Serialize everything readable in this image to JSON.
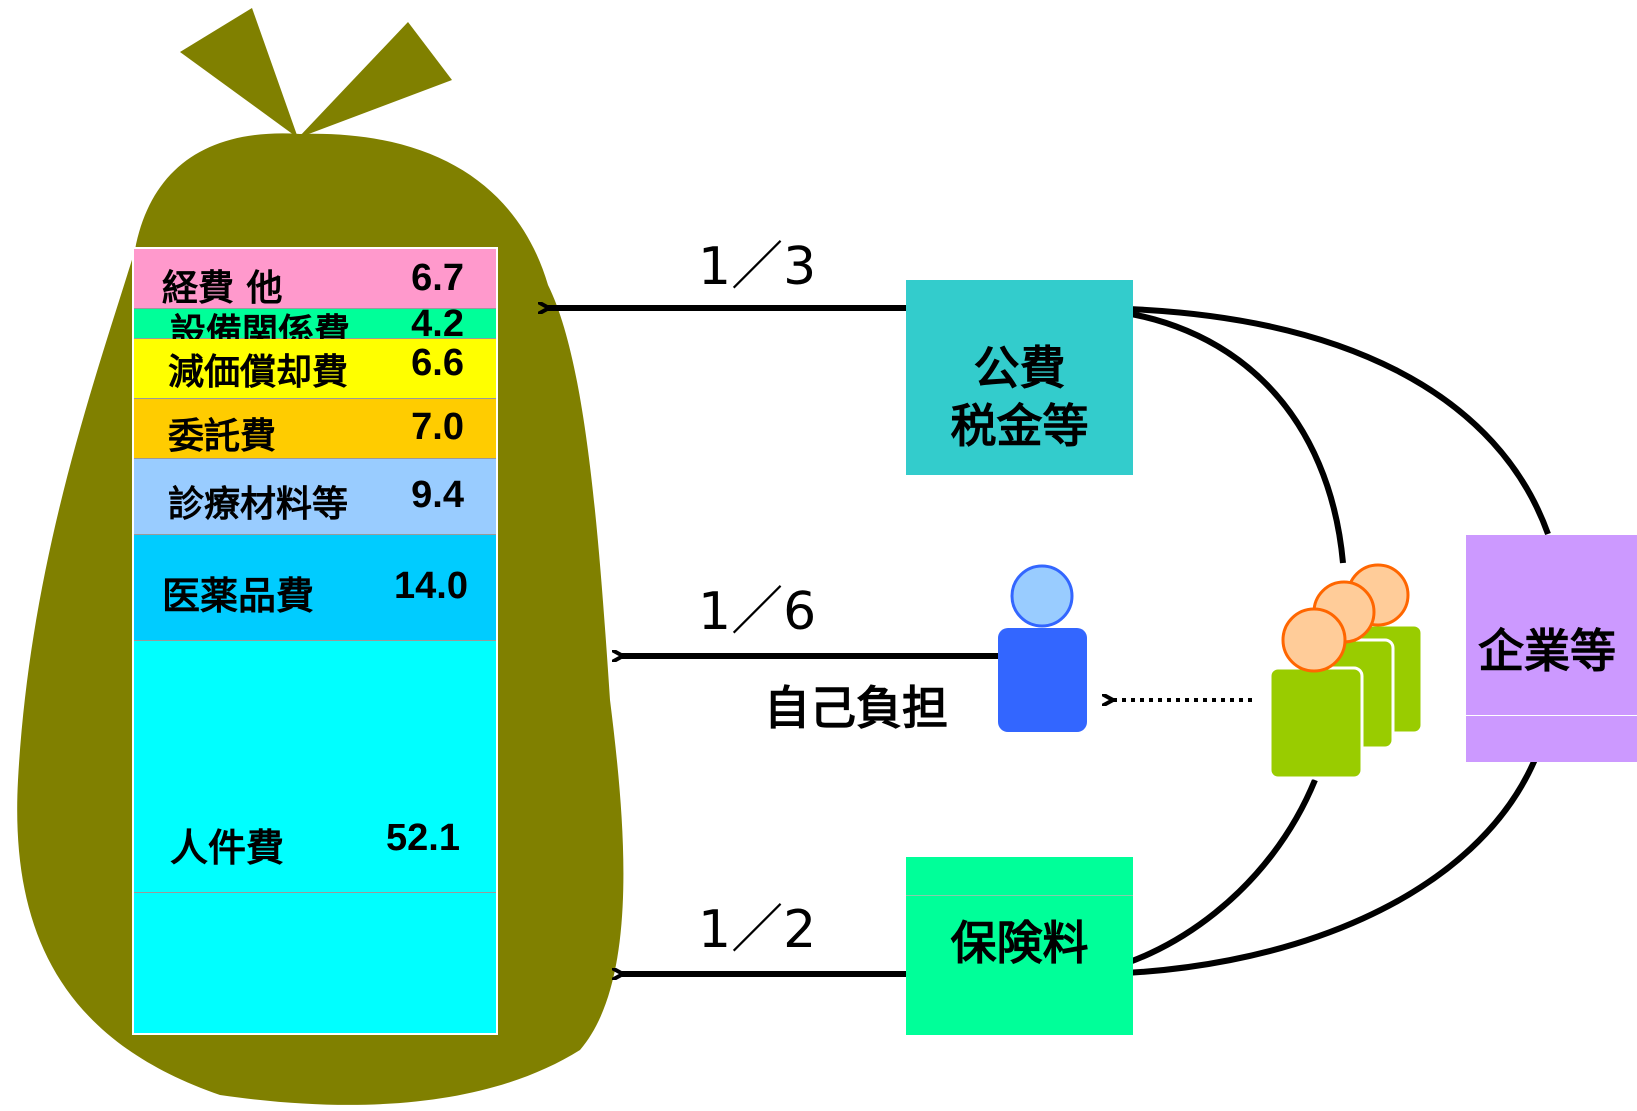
{
  "cost_items": [
    {
      "label": "経費 他",
      "value": "6.7",
      "color": "#ff99cc"
    },
    {
      "label": "設備関係費",
      "value": "4.2",
      "color": "#00ff99"
    },
    {
      "label": "減価償却費",
      "value": "6.6",
      "color": "#ffff00"
    },
    {
      "label": "委託費",
      "value": "7.0",
      "color": "#ffcc00"
    },
    {
      "label": "診療材料等",
      "value": "9.4",
      "color": "#99ccff"
    },
    {
      "label": "医薬品費",
      "value": "14.0",
      "color": "#00ccff"
    },
    {
      "label": "人件費",
      "value": "52.1",
      "color": "#00ffff"
    }
  ],
  "sources": {
    "public": {
      "line1": "公費",
      "line2": "税金等",
      "color": "#33cccc"
    },
    "premium": {
      "label": "保険料",
      "color": "#00ff99"
    },
    "company": {
      "label": "企業等",
      "color": "#cc99ff"
    },
    "self": {
      "label": "自己負担"
    }
  },
  "fractions": {
    "public": "1／3",
    "self": "1／6",
    "premium": "1／2"
  },
  "icons": {
    "bag": "money-bag-icon",
    "single_person": "person-icon",
    "group": "people-group-icon"
  },
  "colors": {
    "bag": "#808000",
    "person_head": "#99ccff",
    "person_body": "#3366ff",
    "group_head": "#ffcc99",
    "group_body": "#99cc00",
    "group_outline": "#ff6600"
  }
}
